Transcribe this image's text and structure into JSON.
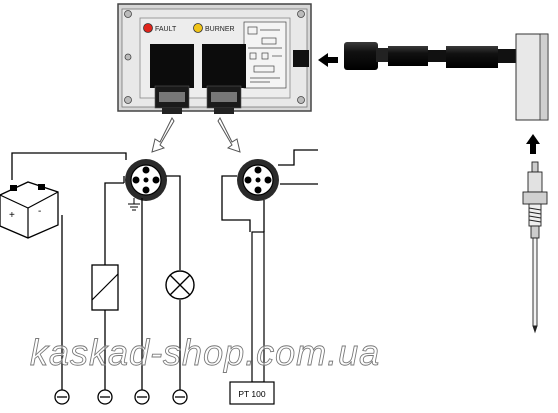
{
  "controller": {
    "fault_label": "FAULT",
    "burner_label": "BURNER",
    "fault_led_color": "#e0241b",
    "burner_led_color": "#f0c419"
  },
  "sensor_label": "PT 100",
  "watermark": "kaskad-shop.com.ua"
}
